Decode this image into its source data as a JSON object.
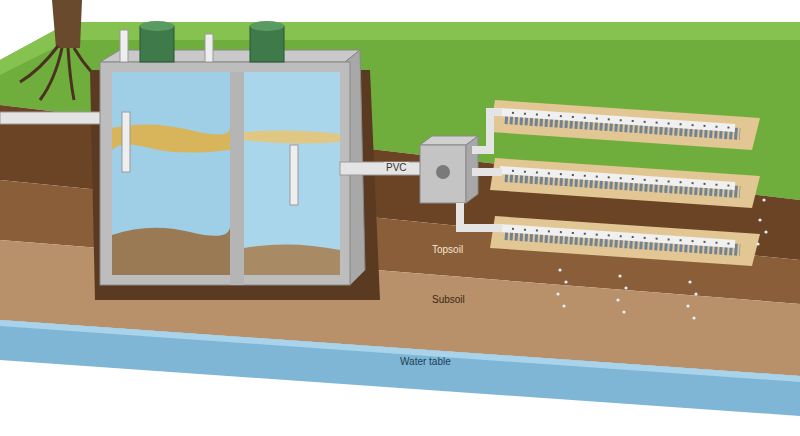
{
  "diagram": {
    "labels": [
      "PVC",
      "Topsoil",
      "Subsoil",
      "Water table"
    ]
  }
}
